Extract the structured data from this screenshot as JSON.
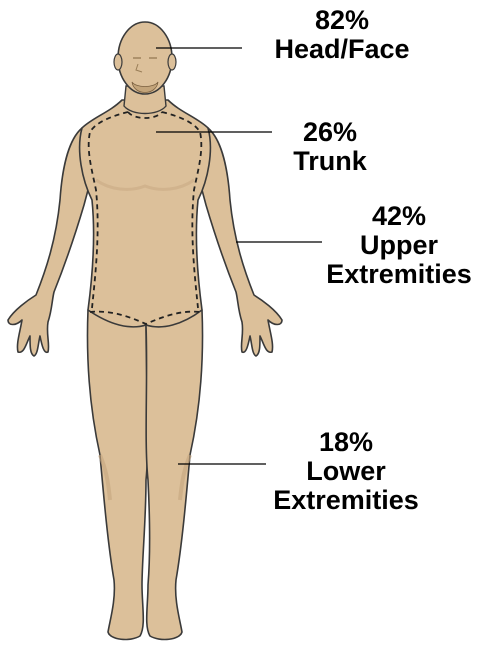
{
  "colors": {
    "skin": "#dcc09a",
    "skin_shadow": "#c5a57f",
    "outline": "#3a3a3a",
    "beard": "#c3a47a",
    "text": "#000000"
  },
  "regions": [
    {
      "id": "head-face",
      "percent": "82%",
      "lines": [
        "Head/Face"
      ]
    },
    {
      "id": "trunk",
      "percent": "26%",
      "lines": [
        "Trunk"
      ]
    },
    {
      "id": "upper-extremities",
      "percent": "42%",
      "lines": [
        "Upper",
        "Extremities"
      ]
    },
    {
      "id": "lower-extremities",
      "percent": "18%",
      "lines": [
        "Lower",
        "Extremities"
      ]
    }
  ]
}
